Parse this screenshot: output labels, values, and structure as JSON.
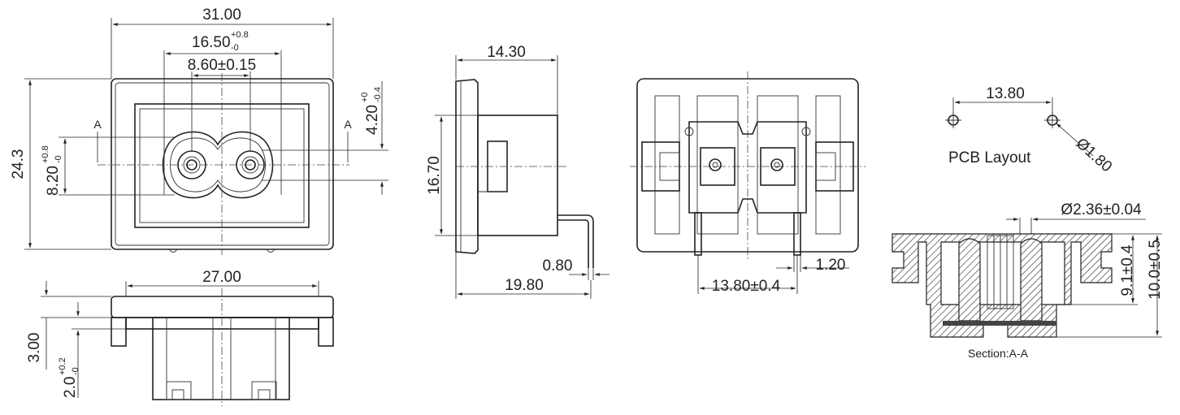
{
  "front": {
    "w_31": "31.00",
    "w_1650": "16.50",
    "w_1650_tol_up": "+0.8",
    "w_1650_tol_dn": "-0",
    "w_860": "8.60±0.15",
    "h_243": "24.3",
    "h_820": "8.20",
    "h_820_tol_up": "+0.8",
    "h_820_tol_dn": "-0",
    "h_420": "4.20",
    "h_420_tol_up": "+0",
    "h_420_tol_dn": "-0.4",
    "sec_left": "A",
    "sec_right": "A"
  },
  "bottom": {
    "w_27": "27.00",
    "h_300": "3.00",
    "h_20": "2.0",
    "h_20_tol_up": "+0.2",
    "h_20_tol_dn": "-0"
  },
  "side": {
    "w_1430": "14.30",
    "h_1670": "16.70",
    "w_080": "0.80",
    "w_1980": "19.80"
  },
  "rear": {
    "w_1380": "13.80±0.4",
    "w_120": "1.20"
  },
  "pcb": {
    "w_1380": "13.80",
    "dia": "Ø1.80",
    "title": "PCB Layout"
  },
  "section": {
    "dia": "Ø2.36±0.04",
    "h_91": "9.1±0.4",
    "h_100": "10.0±0.5",
    "caption": "Section:A-A"
  }
}
